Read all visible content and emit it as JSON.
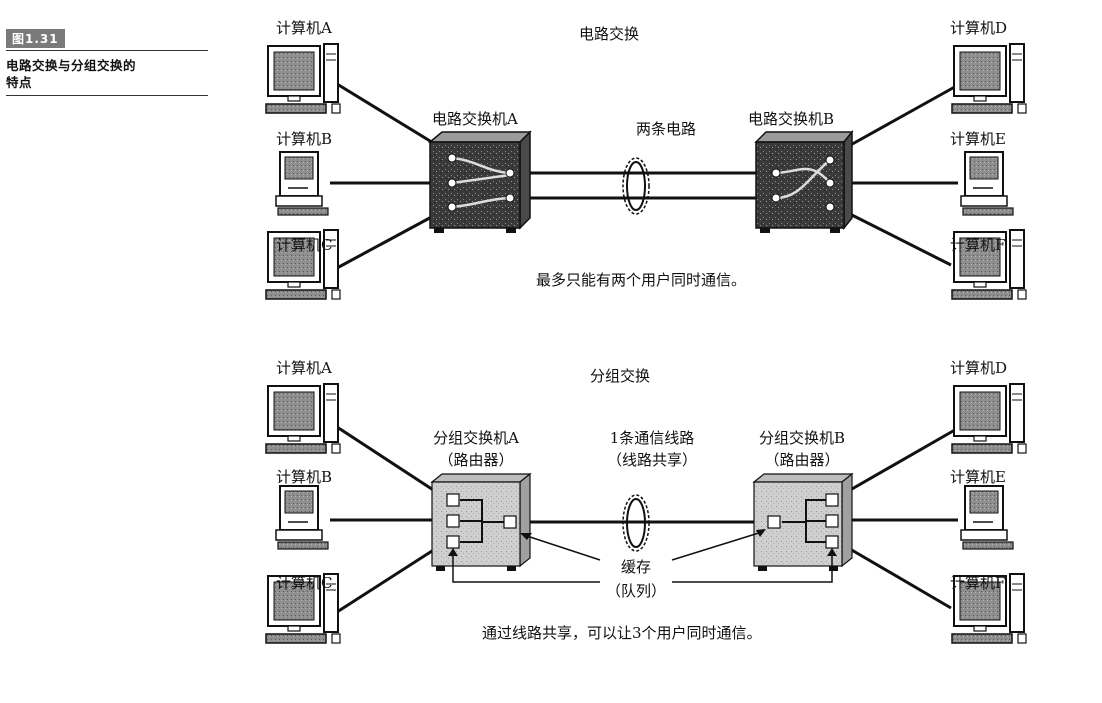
{
  "figure": {
    "number": "图1.31",
    "caption_line1": "电路交换与分组交换的",
    "caption_line2": "特点"
  },
  "circuit": {
    "title": "电路交换",
    "computer_a": "计算机A",
    "computer_b": "计算机B",
    "computer_c": "计算机C",
    "computer_d": "计算机D",
    "computer_e": "计算机E",
    "computer_f": "计算机F",
    "switch_a": "电路交换机A",
    "switch_b": "电路交换机B",
    "link_label": "两条电路",
    "note": "最多只能有两个用户同时通信。"
  },
  "packet": {
    "title": "分组交换",
    "computer_a": "计算机A",
    "computer_b": "计算机B",
    "computer_c": "计算机C",
    "computer_d": "计算机D",
    "computer_e": "计算机E",
    "computer_f": "计算机F",
    "switch_a_line1": "分组交换机A",
    "switch_a_line2": "（路由器）",
    "switch_b_line1": "分组交换机B",
    "switch_b_line2": "（路由器）",
    "link_line1": "1条通信线路",
    "link_line2": "（线路共享）",
    "buffer_line1": "缓存",
    "buffer_line2": "（队列）",
    "note": "通过线路共享，可以让3个用户同时通信。"
  }
}
